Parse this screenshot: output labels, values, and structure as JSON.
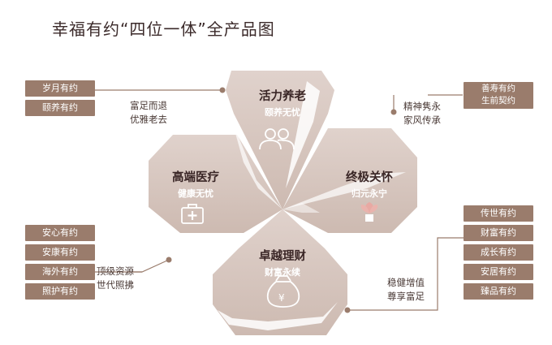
{
  "title": "幸福有约“四位一体”全产品图",
  "petals": {
    "top": {
      "title": "活力养老",
      "subtitle": "颐养无忧",
      "icon": "people-icon"
    },
    "left": {
      "title": "高端医疗",
      "subtitle": "健康无忧",
      "icon": "medical-kit-icon"
    },
    "right": {
      "title": "终极关怀",
      "subtitle": "归元永宁",
      "icon": "flower-icon"
    },
    "bottom": {
      "title": "卓越理财",
      "subtitle": "财富永续",
      "icon": "money-bag-icon"
    }
  },
  "notes": {
    "top_left": {
      "line1": "富足而退",
      "line2": "优雅老去"
    },
    "top_right": {
      "line1": "精神隽永",
      "line2": "家风传承"
    },
    "bottom_left": {
      "line1": "顶级资源",
      "line2": "世代照拂"
    },
    "bottom_right": {
      "line1": "稳健增值",
      "line2": "尊享富足"
    }
  },
  "products": {
    "top_left": [
      "岁月有约",
      "颐养有约"
    ],
    "top_right": {
      "line1": "善寿有约",
      "line2": "生前契约"
    },
    "bottom_left": [
      "安心有约",
      "安康有约",
      "海外有约",
      "照护有约"
    ],
    "bottom_right": [
      "传世有约",
      "财富有约",
      "成长有约",
      "安居有约",
      "臻品有约"
    ]
  },
  "colors": {
    "petal": "#dccdc6",
    "petal_dark": "#cdbbb2",
    "tag": "#9a7c6c",
    "line": "#9a7c6c"
  }
}
